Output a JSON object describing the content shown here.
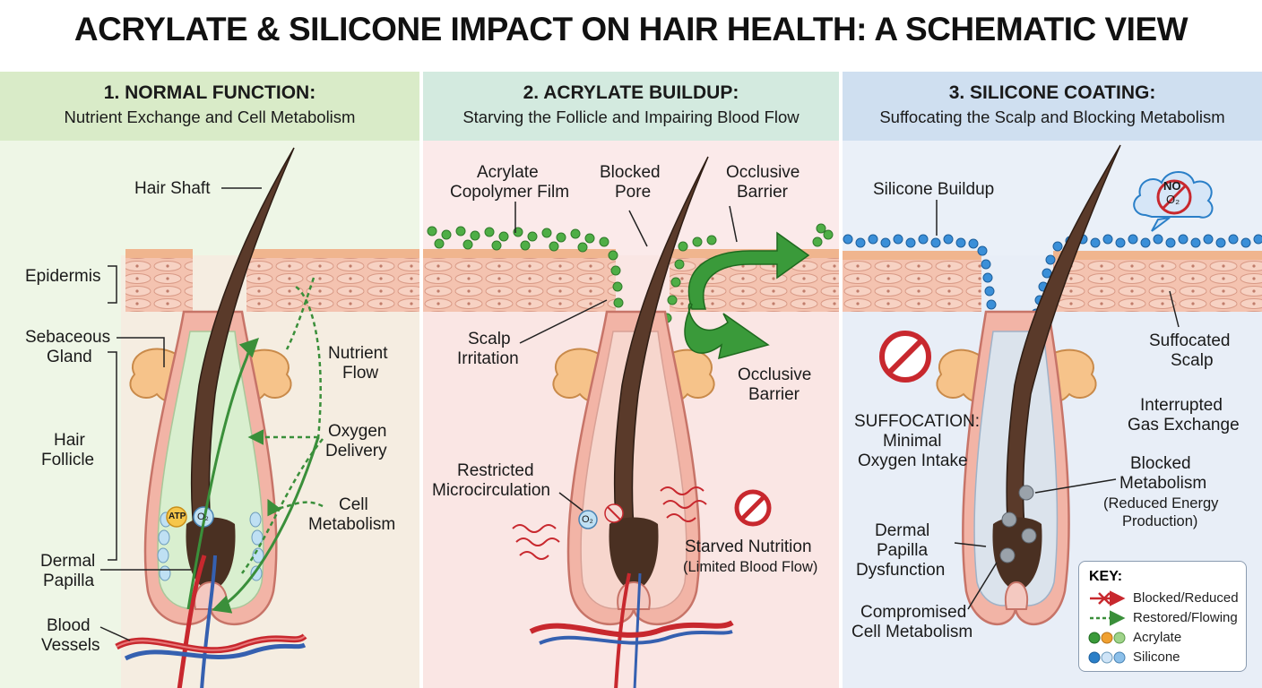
{
  "title": "ACRYLATE & SILICONE IMPACT ON HAIR HEALTH: A SCHEMATIC VIEW",
  "panels": [
    {
      "title": "1. NORMAL FUNCTION:",
      "subtitle": "Nutrient Exchange and Cell Metabolism",
      "labels": {
        "hair_shaft": "Hair Shaft",
        "epidermis": "Epidermis",
        "sebaceous_1": "Sebaceous",
        "sebaceous_2": "Gland",
        "follicle_1": "Hair",
        "follicle_2": "Follicle",
        "papilla_1": "Dermal",
        "papilla_2": "Papilla",
        "vessels_1": "Blood",
        "vessels_2": "Vessels",
        "nutrient_1": "Nutrient",
        "nutrient_2": "Flow",
        "oxygen_1": "Oxygen",
        "oxygen_2": "Delivery",
        "cell_1": "Cell",
        "cell_2": "Metabolism",
        "atp": "ATP",
        "o2": "O₂"
      }
    },
    {
      "title": "2. ACRYLATE BUILDUP:",
      "subtitle": "Starving the Follicle and Impairing Blood Flow",
      "labels": {
        "film_1": "Acrylate",
        "film_2": "Copolymer Film",
        "pore_1": "Blocked",
        "pore_2": "Pore",
        "barrier_top_1": "Occlusive",
        "barrier_top_2": "Barrier",
        "irritation_1": "Scalp",
        "irritation_2": "Irritation",
        "barrier_mid_1": "Occlusive",
        "barrier_mid_2": "Barrier",
        "micro_1": "Restricted",
        "micro_2": "Microcirculation",
        "starved_1": "Starved Nutrition",
        "starved_2": "(Limited Blood Flow)",
        "o2": "O₂"
      }
    },
    {
      "title": "3. SILICONE COATING:",
      "subtitle": "Suffocating the Scalp and Blocking Metabolism",
      "labels": {
        "buildup": "Silicone Buildup",
        "no_o2_1": "NO",
        "no_o2_2": "O₂",
        "suffocated_1": "Suffocated",
        "suffocated_2": "Scalp",
        "suffocation_1": "SUFFOCATION:",
        "suffocation_2": "Minimal",
        "suffocation_3": "Oxygen Intake",
        "interrupted_1": "Interrupted",
        "interrupted_2": "Gas Exchange",
        "blocked_1": "Blocked",
        "blocked_2": "Metabolism",
        "blocked_3": "(Reduced Energy",
        "blocked_4": "Production)",
        "dysfunction_1": "Dermal",
        "dysfunction_2": "Papilla",
        "dysfunction_3": "Dysfunction",
        "compromised_1": "Compromised",
        "compromised_2": "Cell Metabolism"
      }
    }
  ],
  "key": {
    "title": "KEY:",
    "items": [
      "Blocked/Reduced",
      "Restored/Flowing",
      "Acrylate",
      "Silicone"
    ]
  },
  "colors": {
    "panel1_bg": "#eef6e6",
    "panel1_head": "#d9ebc8",
    "panel2_bg": "#fbeaea",
    "panel2_head": "#d3eadf",
    "panel3_bg": "#eaf0f8",
    "panel3_head": "#cfdff0",
    "acrylate": "#3d9a3a",
    "silicone": "#2a7fc8",
    "blocked": "#c8282e",
    "flow": "#3a8f3a"
  }
}
